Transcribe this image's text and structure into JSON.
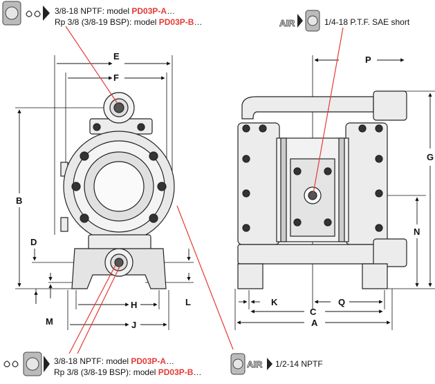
{
  "inlet_top": {
    "line1_prefix": "3/8-18 NPTF: model ",
    "line1_model": "PD03P-A",
    "line1_suffix": "…",
    "line2_prefix": "Rp 3/8 (3/8-19 BSP): model ",
    "line2_model": "PD03P-B",
    "line2_suffix": "…",
    "icon": "fluid-drops-icon"
  },
  "inlet_bottom": {
    "line1_prefix": "3/8-18 NPTF: model ",
    "line1_model": "PD03P-A",
    "line1_suffix": "…",
    "line2_prefix": "Rp 3/8 (3/8-19 BSP): model ",
    "line2_model": "PD03P-B",
    "line2_suffix": "…",
    "icon": "fluid-drops-icon"
  },
  "air_inlet": {
    "icon_text": "AIR",
    "text": "1/4-18 P.T.F. SAE short"
  },
  "air_exhaust": {
    "icon_text": "AIR",
    "text": "1/2-14 NPTF"
  },
  "dimensions": {
    "A": "A",
    "B": "B",
    "C": "C",
    "D": "D",
    "E": "E",
    "F": "F",
    "G": "G",
    "H": "H",
    "J": "J",
    "K": "K",
    "L": "L",
    "M": "M",
    "N": "N",
    "P": "P",
    "Q": "Q"
  },
  "colors": {
    "model_highlight": "#e53935",
    "leader_line": "#e53935",
    "drawing": "#222222",
    "pump_fill": "#e9e9e9"
  }
}
